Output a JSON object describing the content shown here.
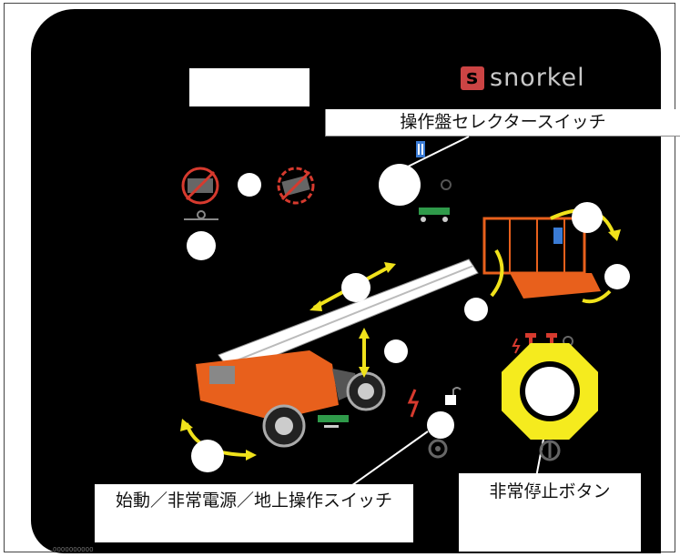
{
  "logo": {
    "text": "snorkel",
    "mark": "s"
  },
  "callouts": {
    "selector_switch": "操作盤セレクタースイッチ",
    "emergency_stop": "非常停止ボタン",
    "start_switch": "始動／非常電源／地上操作スイッチ"
  },
  "footer_code": "0000000000",
  "colors": {
    "panel": "#000000",
    "estop": "#f5eb1e",
    "machine": "#e8601c",
    "arrows": "#f0e21b",
    "platform_icon": "#3a7bd5",
    "turntable_icon": "#2f9a4a",
    "warning": "#d63a2e"
  },
  "icons": [
    "no-drive-icon",
    "no-tilt-icon",
    "platform-blue-icon",
    "ground-green-icon",
    "lightning-icon",
    "lock-icon",
    "boom-lift-illustration",
    "rotate-arrows-icon"
  ]
}
